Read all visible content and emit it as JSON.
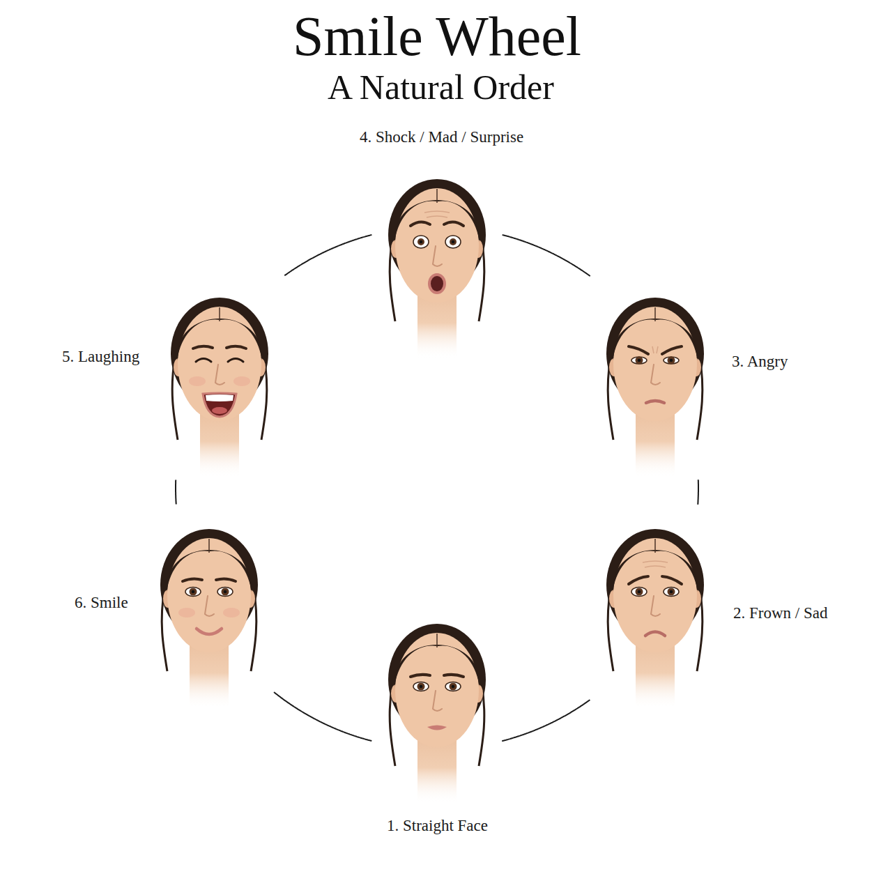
{
  "diagram": {
    "title": "Smile Wheel",
    "nodes": [
      {
        "text": [
          "1. Straight Face"
        ]
      },
      {
        "text": [
          "2. Frown / Sad"
        ]
      },
      {
        "text": [
          "3. Angry"
        ]
      },
      {
        "text": [
          "4. Shock / Mad / Surprise"
        ]
      },
      {
        "text": [
          "5. Laughing"
        ]
      },
      {
        "text": [
          "6. Smile"
        ]
      }
    ],
    "edges": [
      {
        "from": 0,
        "to": 1,
        "arrow": "none"
      },
      {
        "from": 1,
        "to": 2,
        "arrow": "none"
      },
      {
        "from": 2,
        "to": 3,
        "arrow": "none"
      },
      {
        "from": 3,
        "to": 4,
        "arrow": "none"
      },
      {
        "from": 4,
        "to": 5,
        "arrow": "none"
      },
      {
        "from": 5,
        "to": 0,
        "arrow": "none"
      }
    ],
    "labels": [
      "A Natural Order"
    ]
  }
}
